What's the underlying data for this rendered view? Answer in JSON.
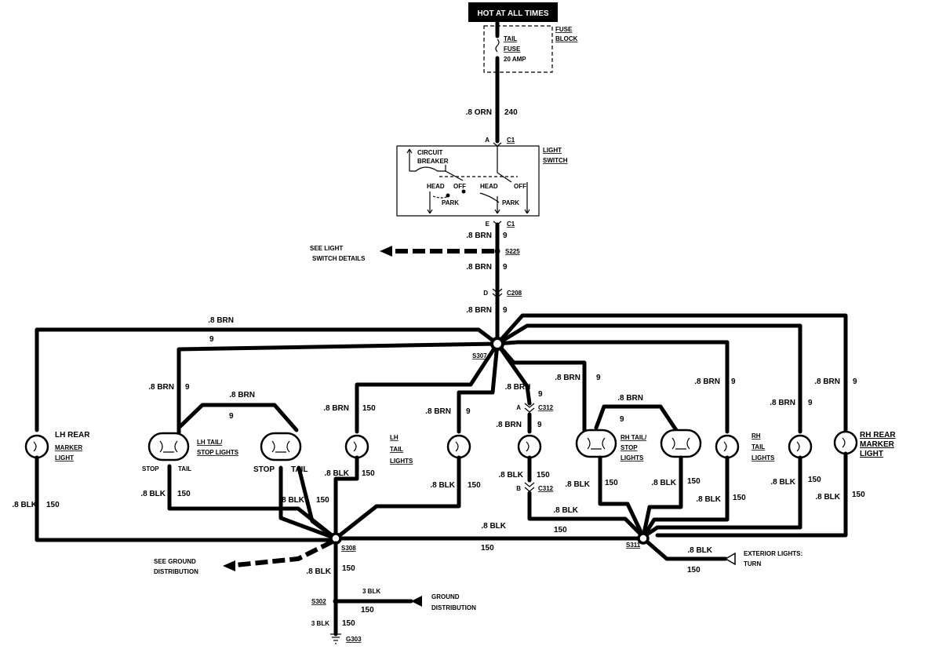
{
  "header": {
    "title": "HOT AT ALL TIMES"
  },
  "fuse_block": {
    "label1": "FUSE",
    "label2": "BLOCK",
    "fuse_l1": "TAIL",
    "fuse_l2": "FUSE",
    "rating": "20 AMP"
  },
  "feed_wire": {
    "gauge": ".8 ORN",
    "circuit": "240"
  },
  "light_switch": {
    "label1": "LIGHT",
    "label2": "SWITCH",
    "connector_in": "C1",
    "pin_in": "A",
    "connector_out": "C1",
    "pin_out": "E",
    "cb1": "CIRCUIT",
    "cb2": "BREAKER",
    "head1": "HEAD",
    "off1": "OFF",
    "head2": "HEAD",
    "off2": "OFF",
    "park1": "PARK",
    "park2": "PARK"
  },
  "w_brn": ".8 BRN",
  "w_blk": ".8 BLK",
  "c9": "9",
  "c150": "150",
  "splices": {
    "s225": "S225",
    "s307": "S307",
    "s308": "S308",
    "s311": "S311",
    "s302": "S302",
    "g303": "G303"
  },
  "connectors": {
    "c208": "C208",
    "c208_pin": "D",
    "c312a": "C312",
    "c312a_pin": "A",
    "c312b": "C312",
    "c312b_pin": "B"
  },
  "see_light": {
    "l1": "SEE LIGHT",
    "l2": "SWITCH DETAILS"
  },
  "see_ground": {
    "l1": "SEE GROUND",
    "l2": "DISTRIBUTION"
  },
  "ground_dist": {
    "l1": "GROUND",
    "l2": "DISTRIBUTION",
    "wire": "3 BLK",
    "circuit": "150"
  },
  "ground_wire": {
    "wire": "3 BLK",
    "circuit": "150"
  },
  "ext_lights": {
    "l1": "EXTERIOR LIGHTS:",
    "l2": "TURN"
  },
  "lamps": {
    "lh_marker": [
      "LH REAR",
      "MARKER",
      "LIGHT"
    ],
    "lh_tailstop": [
      "LH TAIL/",
      "STOP LIGHTS"
    ],
    "lh_tail": [
      "LH",
      "TAIL",
      "LIGHTS"
    ],
    "rh_tailstop": [
      "RH TAIL/",
      "STOP",
      "LIGHTS"
    ],
    "rh_tail": [
      "RH",
      "TAIL",
      "LIGHTS"
    ],
    "rh_marker": [
      "RH REAR",
      "MARKER",
      "LIGHT"
    ],
    "stop": "STOP",
    "tail": "TAIL"
  }
}
